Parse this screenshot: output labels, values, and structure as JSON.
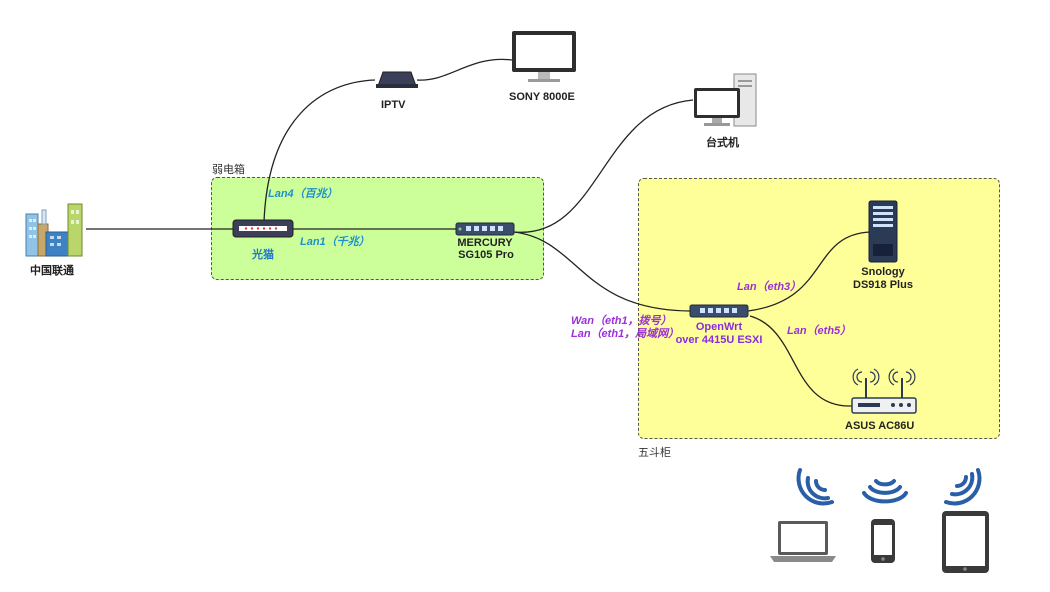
{
  "containers": {
    "weak_box_label": "弱电箱",
    "cabinet_label": "五斗柜"
  },
  "devices": {
    "isp": "中国联通",
    "modem": "光猫",
    "iptv": "IPTV",
    "tv": "SONY 8000E",
    "desktop": "台式机",
    "switch_line1": "MERCURY",
    "switch_line2": "SG105 Pro",
    "nas_line1": "Snology",
    "nas_line2": "DS918 Plus",
    "openwrt_line1": "OpenWrt",
    "openwrt_line2": "over 4415U ESXI",
    "router": "ASUS AC86U"
  },
  "ports": {
    "lan4": "Lan4（百兆）",
    "lan1": "Lan1（千兆）",
    "wan_line1": "Wan（eth1，拨号）",
    "wan_line2": "Lan（eth1，局域网）",
    "eth3": "Lan（eth3）",
    "eth5": "Lan（eth5）"
  },
  "colors": {
    "weak_box_fill": "#ccff99",
    "cabinet_fill": "#ffff99",
    "wifi_blue": "#2a5fa8",
    "label_blue": "#1f8fd0",
    "label_purple": "#9b30d9"
  },
  "icons": [
    "building-icon",
    "modem-icon",
    "set-top-box-icon",
    "monitor-icon",
    "desktop-pc-icon",
    "switch-icon",
    "nas-server-icon",
    "router-icon",
    "wifi-icon",
    "laptop-icon",
    "phone-icon",
    "tablet-icon"
  ]
}
